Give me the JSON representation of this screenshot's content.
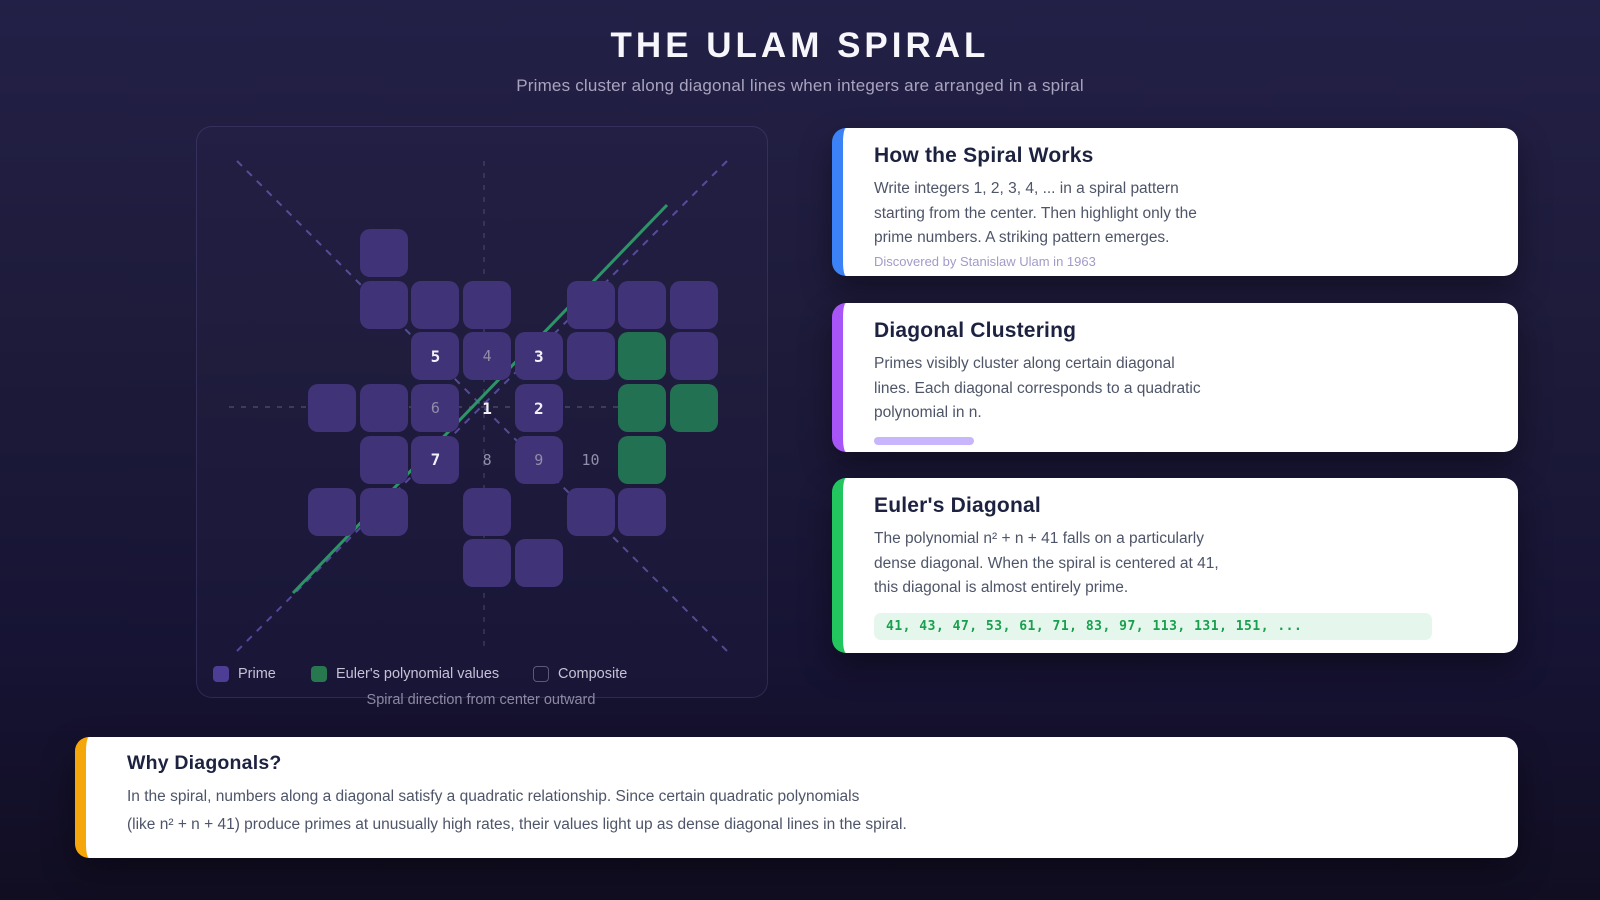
{
  "page": {
    "title": "THE ULAM SPIRAL",
    "subtitle": "Primes cluster along diagonal lines when integers are arranged in a spiral"
  },
  "spiral": {
    "caption": "Spiral direction from center outward",
    "legend": [
      {
        "type": "prime",
        "label": "Prime"
      },
      {
        "type": "euler",
        "label": "Euler's polynomial values"
      },
      {
        "type": "composite",
        "label": "Composite"
      }
    ],
    "colors": {
      "prime": "#413377",
      "euler": "#237153",
      "diagonal_line": "#2f9e6a",
      "guide_dash": "#8b7cf6"
    },
    "cells": [
      {
        "r": 0,
        "c": 1,
        "t": "prime"
      },
      {
        "r": 1,
        "c": 1,
        "t": "prime"
      },
      {
        "r": 1,
        "c": 2,
        "t": "prime"
      },
      {
        "r": 1,
        "c": 3,
        "t": "prime"
      },
      {
        "r": 1,
        "c": 5,
        "t": "prime"
      },
      {
        "r": 1,
        "c": 6,
        "t": "prime"
      },
      {
        "r": 1,
        "c": 7,
        "t": "prime"
      },
      {
        "r": 2,
        "c": 2,
        "t": "prime",
        "label": "5",
        "emph": true
      },
      {
        "r": 2,
        "c": 3,
        "t": "prime",
        "label": "4"
      },
      {
        "r": 2,
        "c": 4,
        "t": "prime",
        "label": "3",
        "emph": true
      },
      {
        "r": 2,
        "c": 5,
        "t": "prime"
      },
      {
        "r": 2,
        "c": 6,
        "t": "euler"
      },
      {
        "r": 2,
        "c": 7,
        "t": "prime"
      },
      {
        "r": 3,
        "c": 0,
        "t": "prime"
      },
      {
        "r": 3,
        "c": 1,
        "t": "prime"
      },
      {
        "r": 3,
        "c": 2,
        "t": "prime",
        "label": "6"
      },
      {
        "r": 3,
        "c": 3,
        "t": "none",
        "label": "1",
        "emph": true
      },
      {
        "r": 3,
        "c": 4,
        "t": "prime",
        "label": "2",
        "emph": true
      },
      {
        "r": 3,
        "c": 6,
        "t": "euler"
      },
      {
        "r": 3,
        "c": 7,
        "t": "euler"
      },
      {
        "r": 4,
        "c": 1,
        "t": "prime"
      },
      {
        "r": 4,
        "c": 2,
        "t": "prime",
        "label": "7",
        "emph": true
      },
      {
        "r": 4,
        "c": 3,
        "t": "none",
        "label": "8"
      },
      {
        "r": 4,
        "c": 4,
        "t": "prime",
        "label": "9"
      },
      {
        "r": 4,
        "c": 5,
        "t": "none",
        "label": "10"
      },
      {
        "r": 4,
        "c": 6,
        "t": "euler"
      },
      {
        "r": 5,
        "c": 0,
        "t": "prime"
      },
      {
        "r": 5,
        "c": 1,
        "t": "prime"
      },
      {
        "r": 5,
        "c": 3,
        "t": "prime"
      },
      {
        "r": 5,
        "c": 5,
        "t": "prime"
      },
      {
        "r": 5,
        "c": 6,
        "t": "prime"
      },
      {
        "r": 6,
        "c": 3,
        "t": "prime"
      },
      {
        "r": 6,
        "c": 4,
        "t": "prime"
      }
    ]
  },
  "cards": [
    {
      "accent": "#3b82f6",
      "title": "How the Spiral Works",
      "lines": [
        "Write integers 1, 2, 3, 4, ... in a spiral pattern",
        "starting from the center. Then highlight only the",
        "prime numbers. A striking pattern emerges."
      ],
      "footnote": "Discovered by Stanislaw Ulam in 1963"
    },
    {
      "accent": "#a855f7",
      "title": "Diagonal Clustering",
      "lines": [
        "Primes visibly cluster along certain diagonal",
        "lines. Each diagonal corresponds to a quadratic",
        "polynomial in n."
      ],
      "pill": true
    },
    {
      "accent": "#22c55e",
      "title": "Euler's Diagonal",
      "lines": [
        "The polynomial n² + n + 41 falls on a particularly",
        "dense diagonal. When the spiral is centered at 41,",
        "this diagonal is almost entirely prime."
      ],
      "code": "41, 43, 47, 53, 61, 71, 83, 97, 113, 131, 151, ..."
    }
  ],
  "bottom_card": {
    "accent": "#f5a60a",
    "title": "Why Diagonals?",
    "lines": [
      "In the spiral, numbers along a diagonal satisfy a quadratic relationship. Since certain quadratic polynomials",
      "(like n² + n + 41) produce primes at unusually high rates, their values light up as dense diagonal lines in the spiral."
    ]
  }
}
